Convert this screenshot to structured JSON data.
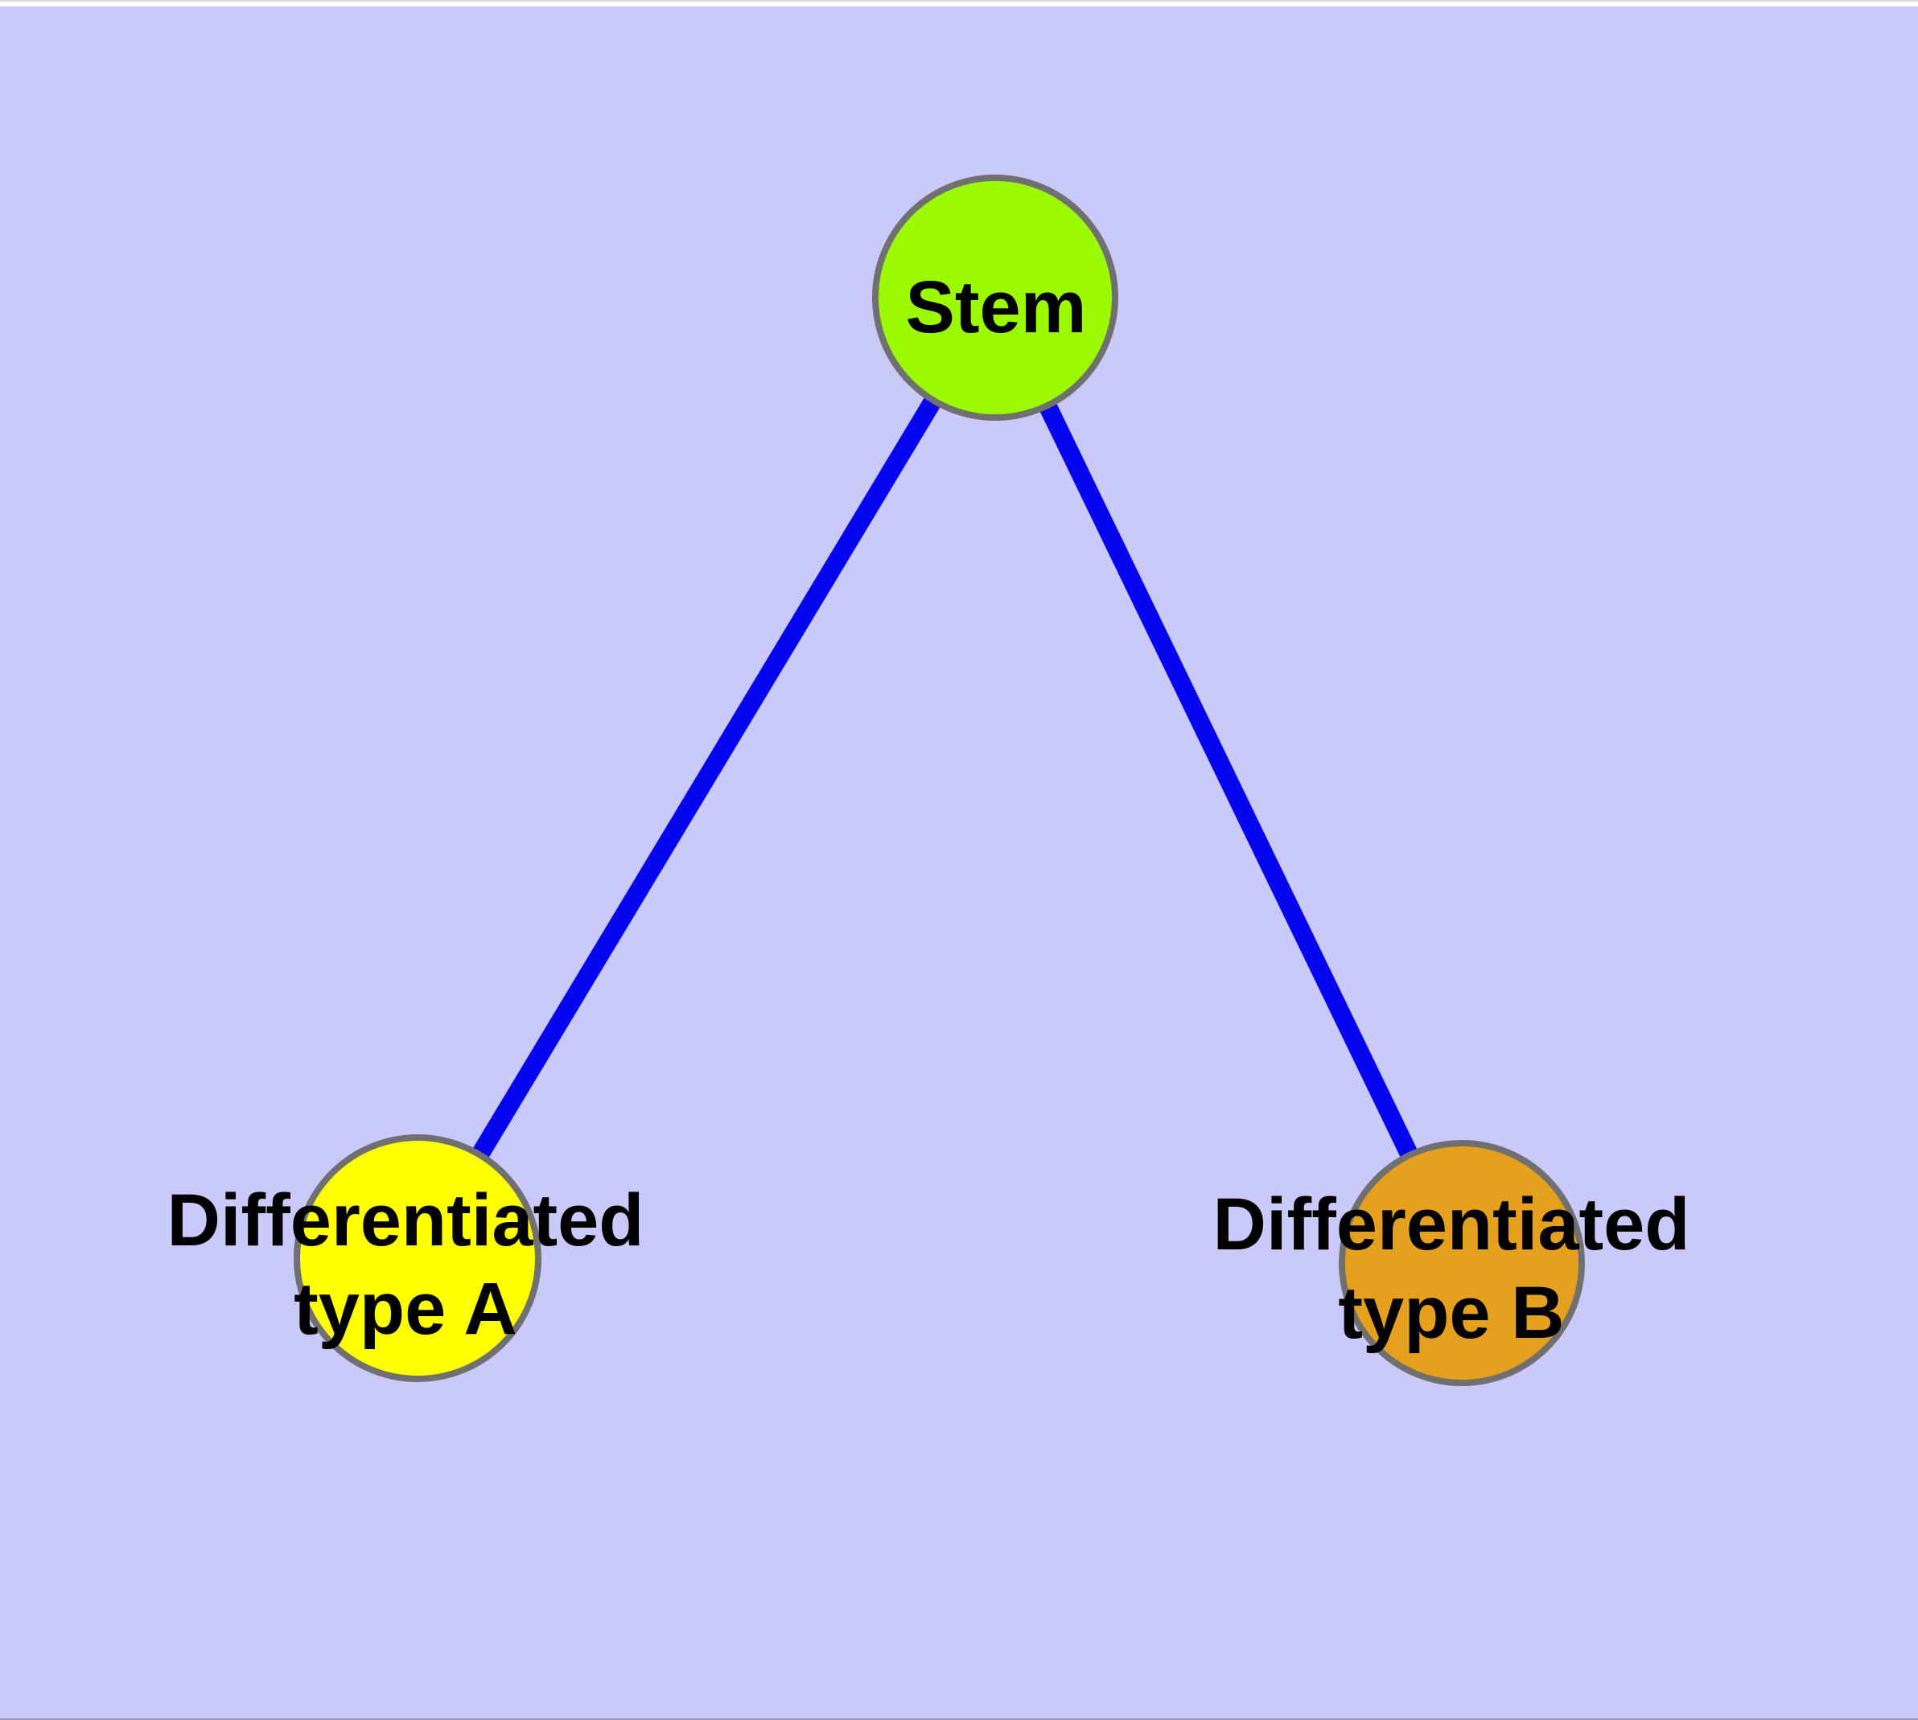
{
  "figure": {
    "title": "Stem cell differentiation graph",
    "type": "node-link-graph",
    "node_shape": "circle",
    "legend": null
  },
  "colors": {
    "background": "#c9c9fa",
    "top_strip": "#ffffff",
    "top_line": "#d8d8d8",
    "bottom_line": "#9898b8",
    "edge": "#0505f0",
    "node_border": "#707070",
    "label": "#000000",
    "stem_fill": "#9bfa01",
    "typeA_fill": "#ffff00",
    "typeB_fill": "#e5a01e"
  },
  "nodes": [
    {
      "id": "stem",
      "label_lines": [
        "Stem"
      ],
      "fill": "#9bfa01"
    },
    {
      "id": "typeA",
      "label_lines": [
        "Differentiated",
        "type A"
      ],
      "fill": "#ffff00"
    },
    {
      "id": "typeB",
      "label_lines": [
        "Differentiated",
        "type B"
      ],
      "fill": "#e5a01e"
    }
  ],
  "edges": [
    {
      "from": "Stem",
      "to": "Differentiated type A"
    },
    {
      "from": "Stem",
      "to": "Differentiated type B"
    }
  ]
}
